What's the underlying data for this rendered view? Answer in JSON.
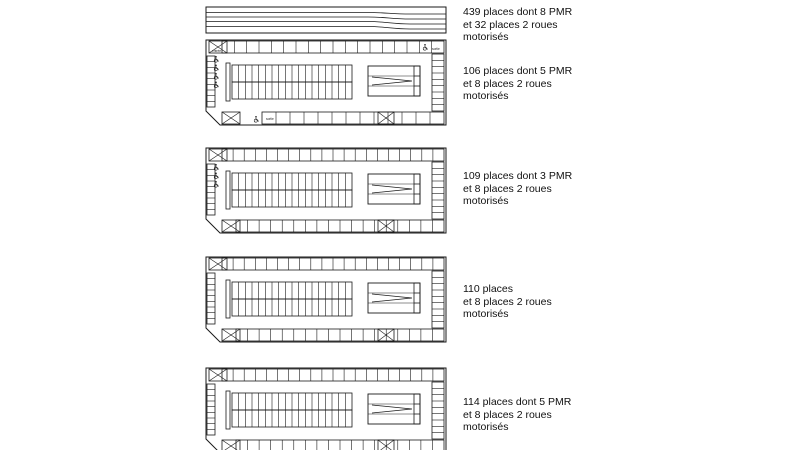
{
  "colors": {
    "line": "#1a1a1a",
    "background": "#ffffff",
    "text": "#111111"
  },
  "icons": {
    "accessible": "wheelchair-icon"
  },
  "levels": [
    {
      "id": "top",
      "type": "ramp",
      "caption": [
        "439 places dont 8 PMR",
        "et 32 places 2 roues",
        "motorisés"
      ]
    },
    {
      "id": "level-1",
      "type": "floor",
      "accessible_stacked": 4,
      "entry_label": "entrée",
      "exit_label": "sortie",
      "caption": [
        "106 places dont 5 PMR",
        "et 8 places 2 roues",
        "motorisés"
      ]
    },
    {
      "id": "level-2",
      "type": "floor",
      "accessible_stacked": 3,
      "caption": [
        "109 places dont 3 PMR",
        "et 8 places 2 roues",
        "motorisés"
      ]
    },
    {
      "id": "level-3",
      "type": "floor",
      "accessible_stacked": 0,
      "caption": [
        "110 places",
        "et 8 places 2 roues",
        "motorisés"
      ]
    },
    {
      "id": "level-4",
      "type": "floor",
      "accessible_stacked": 0,
      "caption": [
        "114 places dont 5 PMR",
        "et 8 places 2 roues",
        "motorisés"
      ]
    }
  ]
}
